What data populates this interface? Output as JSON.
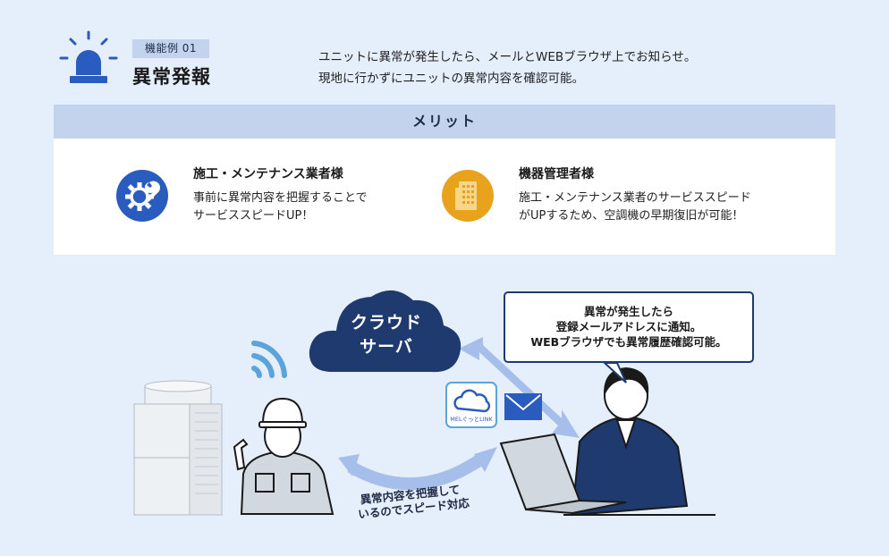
{
  "header": {
    "tag": "機能例 01",
    "title": "異常発報",
    "desc_line1": "ユニットに異常が発生したら、メールとWEBブラウザ上でお知らせ。",
    "desc_line2": "現地に行かずにユニットの異常内容を確認可能。",
    "icon": "alarm-beacon-icon"
  },
  "merit": {
    "heading": "メリット",
    "items": [
      {
        "title": "施工・メンテナンス業者様",
        "line1": "事前に異常内容を把握することで",
        "line2": "サービススピードUP！",
        "icon": "gear-wrench-icon",
        "color": "#2a5bbf"
      },
      {
        "title": "機器管理者様",
        "line1": "施工・メンテナンス業者のサービススピード",
        "line2": "がUPするため、空調機の早期復旧が可能！",
        "icon": "building-icon",
        "color": "#e9a21c"
      }
    ]
  },
  "diagram": {
    "cloud_line1": "クラウド",
    "cloud_line2": "サーバ",
    "bubble_line1": "異常が発生したら",
    "bubble_line2": "登録メールアドレスに通知。",
    "bubble_line3": "WEBブラウザでも異常履歴確認可能。",
    "arrow_line1": "異常内容を把握して",
    "arrow_line2": "いるのでスピード対応",
    "app_label": "MELぐっとLINK"
  },
  "colors": {
    "background": "#e5eefb",
    "navy": "#1f3a6e",
    "arrow": "#a6bfea",
    "accent_blue": "#2a5bbf",
    "accent_orange": "#e9a21c"
  }
}
